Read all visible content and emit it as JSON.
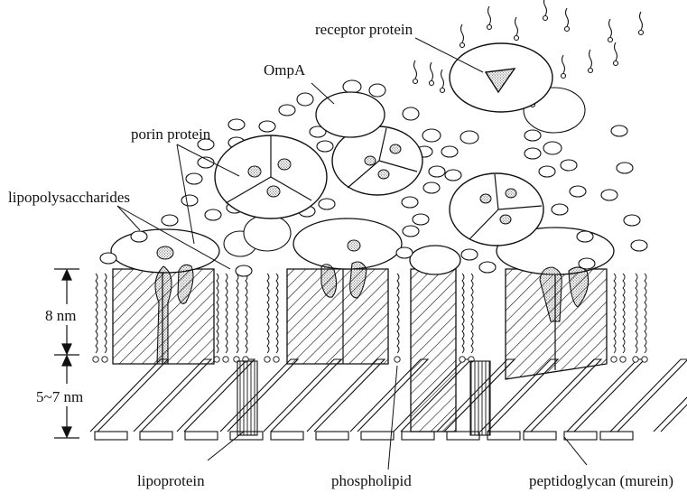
{
  "diagram": {
    "labels": {
      "receptor_protein": "receptor protein",
      "ompa": "OmpA",
      "porin_protein": "porin protein",
      "lipopolysaccharides": "lipopolysaccharides",
      "dim_8nm": "8 nm",
      "dim_5_7nm": "5~7 nm",
      "lipoprotein": "lipoprotein",
      "phospholipid": "phospholipid",
      "peptidoglycan": "peptidoglycan (murein)"
    },
    "colors": {
      "ink": "#111111",
      "paper": "#ffffff"
    }
  }
}
